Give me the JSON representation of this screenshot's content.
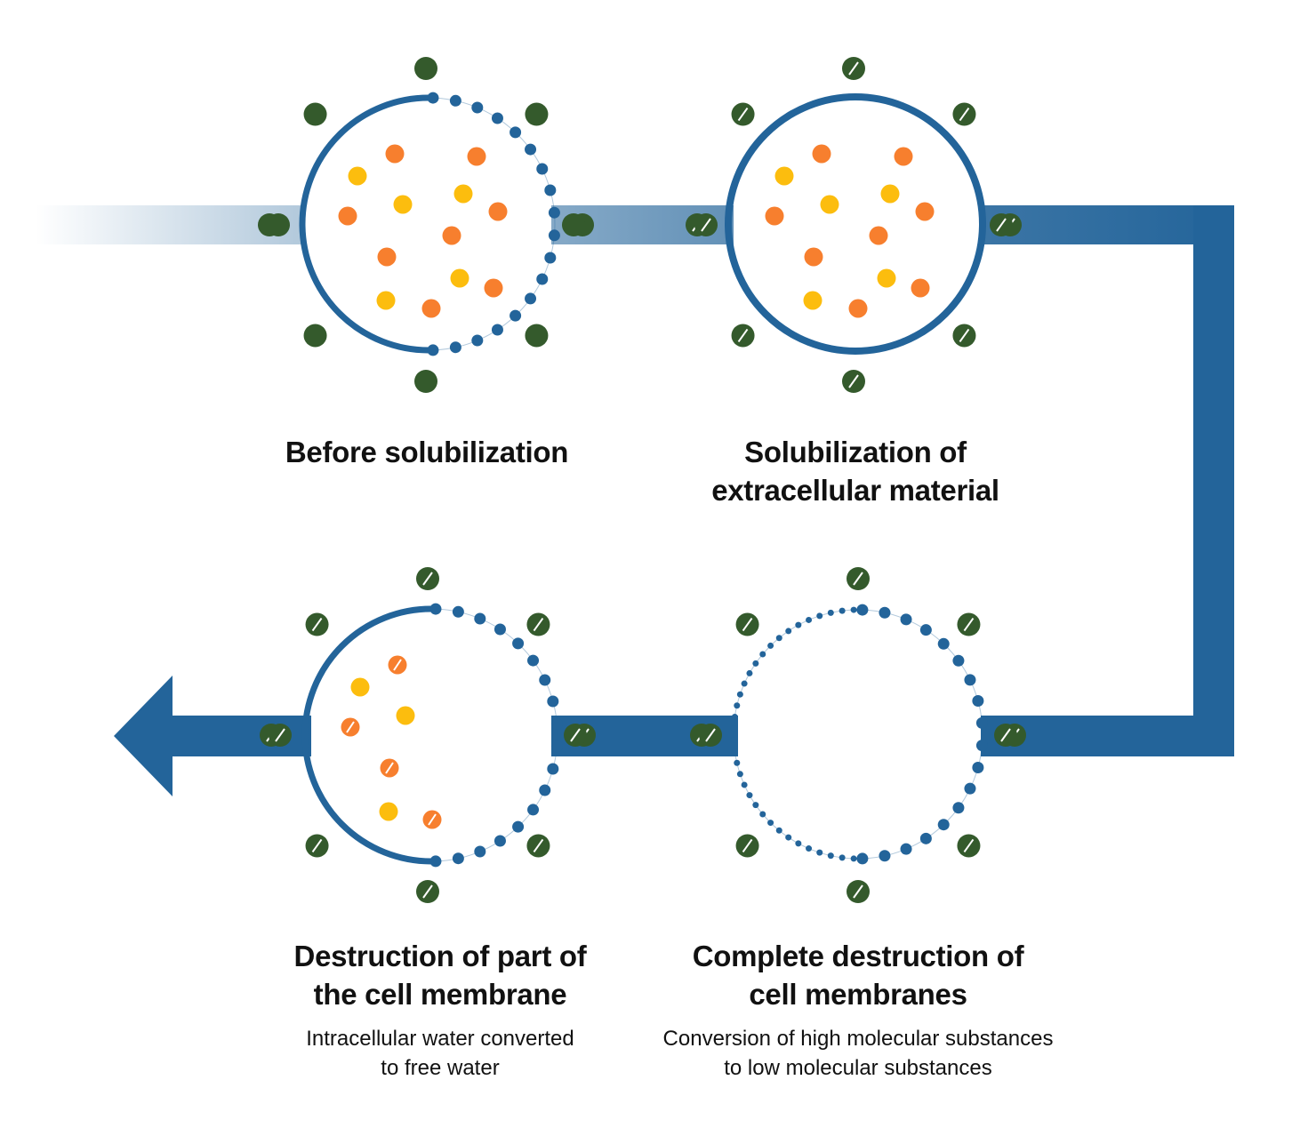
{
  "colors": {
    "flow": "#23649a",
    "membrane": "#23649a",
    "particle": "#345a2c",
    "orange": "#f77f2e",
    "yellow": "#fcbd0e",
    "background": "#ffffff"
  },
  "icons": {
    "particle": "dark-green-dot",
    "particle_cut": "dark-green-dot-with-slash",
    "arrow": "left-arrow-head"
  },
  "stages": [
    {
      "title_line1": "Before solubilization",
      "title_line2": "",
      "subtitle_line1": "",
      "subtitle_line2": ""
    },
    {
      "title_line1": "Solubilization of",
      "title_line2": "extracellular material",
      "subtitle_line1": "",
      "subtitle_line2": ""
    },
    {
      "title_line1": "Destruction of part of",
      "title_line2": "the cell membrane",
      "subtitle_line1": "Intracellular water converted",
      "subtitle_line2": "to free water"
    },
    {
      "title_line1": "Complete destruction of",
      "title_line2": "cell membranes",
      "subtitle_line1": "Conversion of high molecular substances",
      "subtitle_line2": "to low molecular substances"
    }
  ]
}
